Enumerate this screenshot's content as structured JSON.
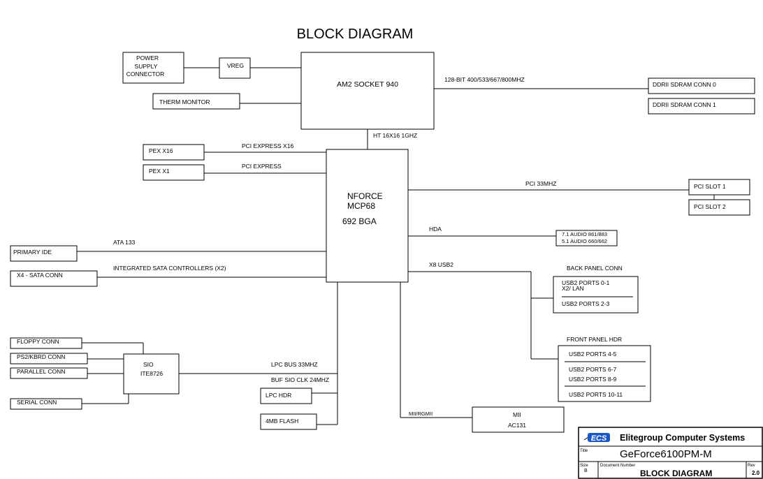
{
  "title": "BLOCK DIAGRAM",
  "blocks": {
    "power_supply": [
      "POWER",
      "SUPPLY",
      "CONNECTOR"
    ],
    "vreg": "VREG",
    "therm_monitor": "THERM MONITOR",
    "cpu_socket": "AM2 SOCKET 940",
    "ddr0": "DDRII SDRAM CONN 0",
    "ddr1": "DDRII SDRAM CONN 1",
    "pex16": "PEX X16",
    "pex1": "PEX X1",
    "mcp": [
      "NFORCE",
      "MCP68",
      "692 BGA"
    ],
    "pci1": "PCI SLOT 1",
    "pci2": "PCI SLOT 2",
    "audio": [
      "7.1 AUDIO 861/883",
      "5.1 AUDIO 660/662"
    ],
    "primary_ide": "PRIMARY IDE",
    "sata_conn": "X4 - SATA CONN",
    "back_panel": [
      "USB2 PORTS 0-1",
      "X2/ LAN",
      "USB2 PORTS 2-3"
    ],
    "front_panel": [
      "USB2 PORTS 4-5",
      "USB2 PORTS 6-7",
      "USB2 PORTS 8-9",
      "USB2 PORTS 10-11"
    ],
    "floppy": "FLOPPY CONN",
    "ps2": "PS2/KBRD CONN",
    "parallel": "PARALLEL CONN",
    "serial": "SERIAL CONN",
    "sio": [
      "SIO",
      "ITE8726"
    ],
    "lpc_hdr": "LPC HDR",
    "flash": "4MB FLASH",
    "mii": [
      "MII",
      "AC131"
    ]
  },
  "links": {
    "mem_bus": "128-BIT 400/533/667/800MHZ",
    "ht": "HT 16X16 1GHZ",
    "pci_express_x16": "PCI EXPRESS X16",
    "pci_express": "PCI EXPRESS",
    "pci_33": "PCI 33MHZ",
    "hda": "HDA",
    "ata": "ATA 133",
    "sata": "INTEGRATED SATA CONTROLLERS (X2)",
    "usb": "X8 USB2",
    "back_panel_conn": "BACK PANEL CONN",
    "front_panel_hdr": "FRONT PANEL HDR",
    "lpc_bus": "LPC BUS 33MHZ",
    "buf_sio_clk": "BUF SIO CLK 24MHZ",
    "mii_rgmii": "MII/RGMII"
  },
  "title_block": {
    "logo": "ECS",
    "company": "Elitegroup Computer Systems",
    "title_label": "Title",
    "title_value": "GeForce6100PM-M",
    "size_label": "Size",
    "size_value": "B",
    "doc_label": "Document Number",
    "doc_value": "BLOCK DIAGRAM",
    "rev_label": "Rev",
    "rev_value": "2.0",
    "logo_color": "#1a56c4"
  }
}
